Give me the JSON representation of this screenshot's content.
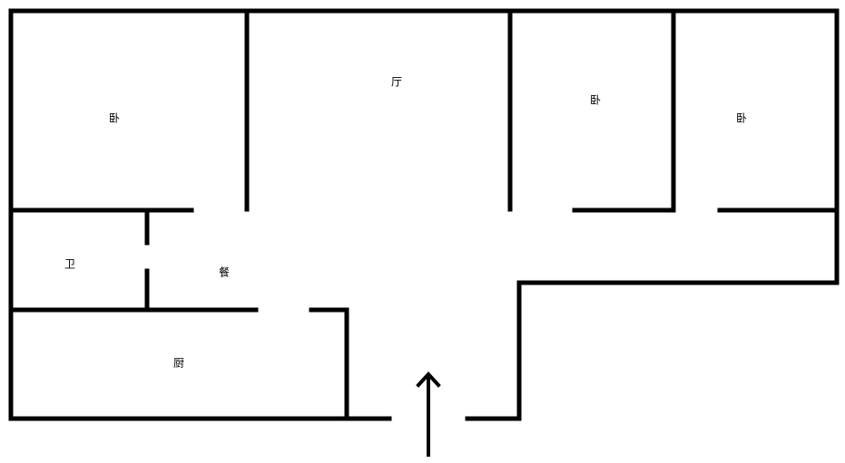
{
  "colors": {
    "wall": "#000000",
    "background": "#ffffff"
  },
  "rooms": [
    {
      "id": "bedroom-1",
      "label": "卧"
    },
    {
      "id": "living-room",
      "label": "厅"
    },
    {
      "id": "bedroom-2",
      "label": "卧"
    },
    {
      "id": "bedroom-3",
      "label": "卧"
    },
    {
      "id": "bathroom",
      "label": "卫"
    },
    {
      "id": "dining-room",
      "label": "餐"
    },
    {
      "id": "kitchen",
      "label": "厨"
    }
  ],
  "entrance": {
    "icon": "arrow-up-icon"
  }
}
